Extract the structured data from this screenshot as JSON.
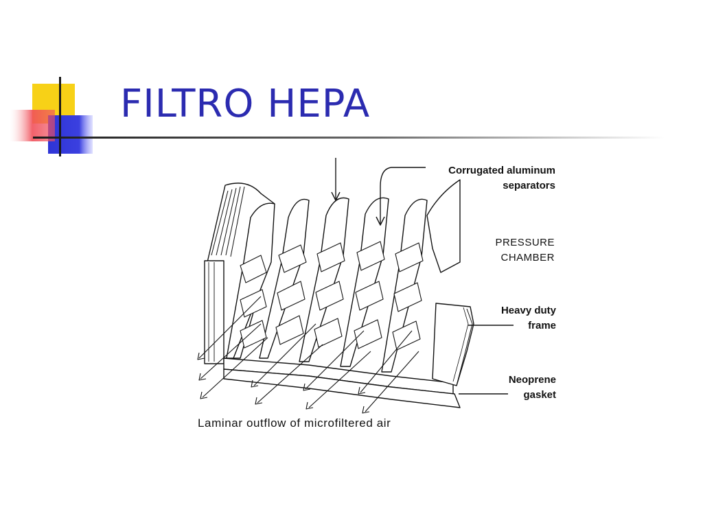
{
  "slide": {
    "title": "FILTRO  HEPA"
  },
  "figure": {
    "labels": {
      "separators_line1": "Corrugated aluminum",
      "separators_line2": "separators",
      "chamber_line1": "PRESSURE",
      "chamber_line2": "CHAMBER",
      "frame_line1": "Heavy duty",
      "frame_line2": "frame",
      "gasket_line1": "Neoprene",
      "gasket_line2": "gasket"
    },
    "caption": "Laminar outflow of microfiltered air"
  },
  "colors": {
    "title": "#2b2bb0",
    "accent_yellow": "#f7d117",
    "accent_red": "#f0505a",
    "accent_blue": "#2e34d6",
    "rule": "#222222"
  }
}
